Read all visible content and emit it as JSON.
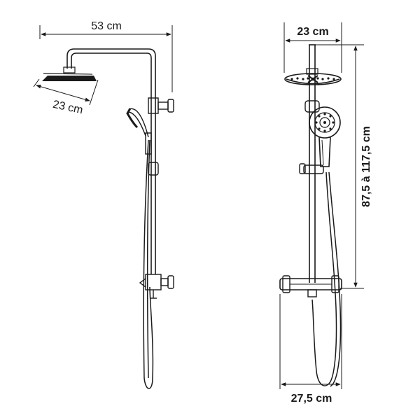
{
  "side_view": {
    "width_label": "53 cm",
    "head_diameter_label": "23 cm"
  },
  "front_view": {
    "head_diameter_label": "23 cm",
    "height_label": "87,5 à 117,5 cm",
    "base_width_label": "27,5 cm"
  },
  "colors": {
    "line": "#1a1a1a",
    "background": "#ffffff"
  }
}
